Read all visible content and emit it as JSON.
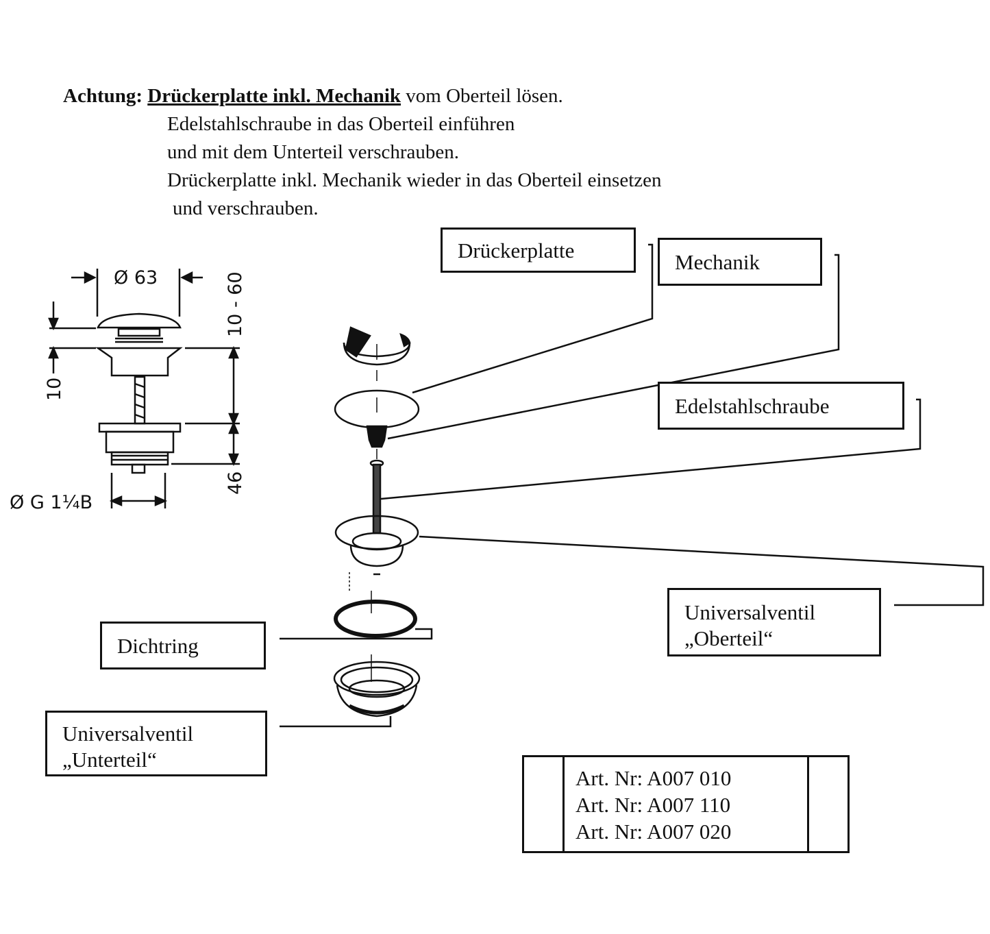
{
  "instructions": {
    "lead": "Achtung:",
    "emphasis": "Drückerplatte inkl. Mechanik",
    "line1_rest": " vom Oberteil lösen.",
    "line2": "Edelstahlschraube in das Oberteil einführen",
    "line3": "und mit dem Unterteil verschrauben.",
    "line4": "Drückerplatte inkl. Mechanik wieder in das Oberteil einsetzen",
    "line5": "und verschrauben."
  },
  "dimensions": {
    "top_diameter": "Ø 63",
    "height_range": "10 - 60",
    "flange": "10",
    "body_height": "46",
    "thread": "Ø G 1¼B"
  },
  "labels": {
    "drueckerplatte": "Drückerplatte",
    "mechanik": "Mechanik",
    "edelstahlschraube": "Edelstahlschraube",
    "oberteil_line1": "Universalventil",
    "oberteil_line2": "„Oberteil“",
    "dichtring": "Dichtring",
    "unterteil_line1": "Universalventil",
    "unterteil_line2": "„Unterteil“"
  },
  "article_numbers": [
    "Art. Nr: A007 010",
    "Art. Nr: A007 110",
    "Art. Nr: A007 020"
  ]
}
